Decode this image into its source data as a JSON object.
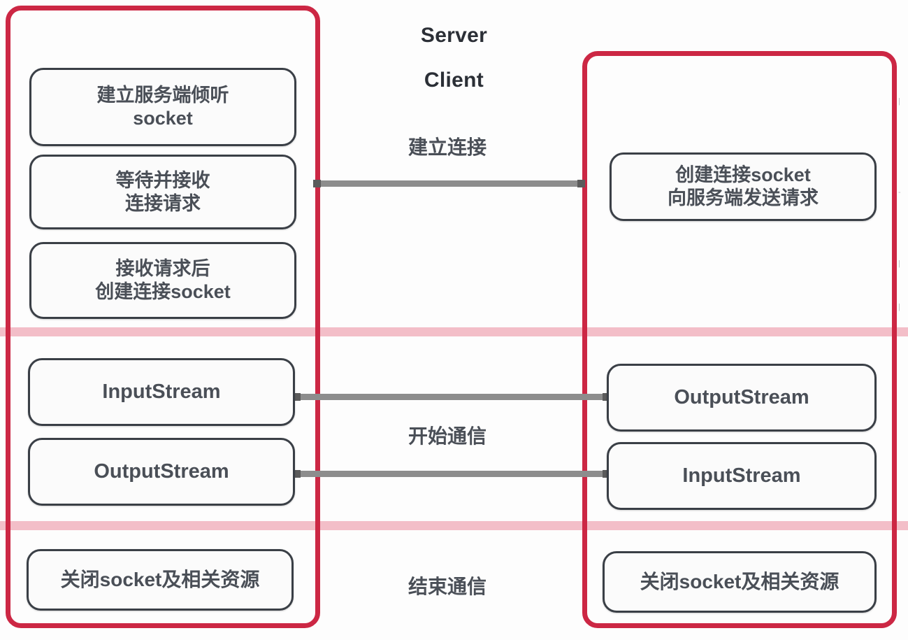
{
  "diagram": {
    "title_server": "Server",
    "title_client": "Client",
    "colors": {
      "lane_border": "#cc2744",
      "phase_band": "#f2b9c3",
      "box_border": "#3a3f46",
      "connector": "#8d8d8d",
      "text": "#4a4f57"
    },
    "server_steps": [
      {
        "id": "s1",
        "text": "建立服务端倾听\nsocket"
      },
      {
        "id": "s2",
        "text": "等待并接收\n连接请求"
      },
      {
        "id": "s3",
        "text": "接收请求后\n创建连接socket"
      },
      {
        "id": "s4",
        "text": "InputStream"
      },
      {
        "id": "s5",
        "text": "OutputStream"
      },
      {
        "id": "s6",
        "text": "关闭socket及相关资源"
      }
    ],
    "client_steps": [
      {
        "id": "c1",
        "text": "创建连接socket\n向服务端发送请求"
      },
      {
        "id": "c2",
        "text": "OutputStream"
      },
      {
        "id": "c3",
        "text": "InputStream"
      },
      {
        "id": "c4",
        "text": "关闭socket及相关资源"
      }
    ],
    "channel_labels": [
      {
        "id": "connect",
        "text": "建立连接"
      },
      {
        "id": "communicate",
        "text": "开始通信"
      },
      {
        "id": "close",
        "text": "结束通信"
      }
    ],
    "connectors": [
      {
        "id": "connect",
        "from": "s2",
        "to": "c1"
      },
      {
        "id": "out-in",
        "from": "s4",
        "to": "c2"
      },
      {
        "id": "in-out",
        "from": "s5",
        "to": "c3"
      }
    ],
    "edge_fragments": [
      "|",
      "-",
      "|",
      "|"
    ]
  }
}
